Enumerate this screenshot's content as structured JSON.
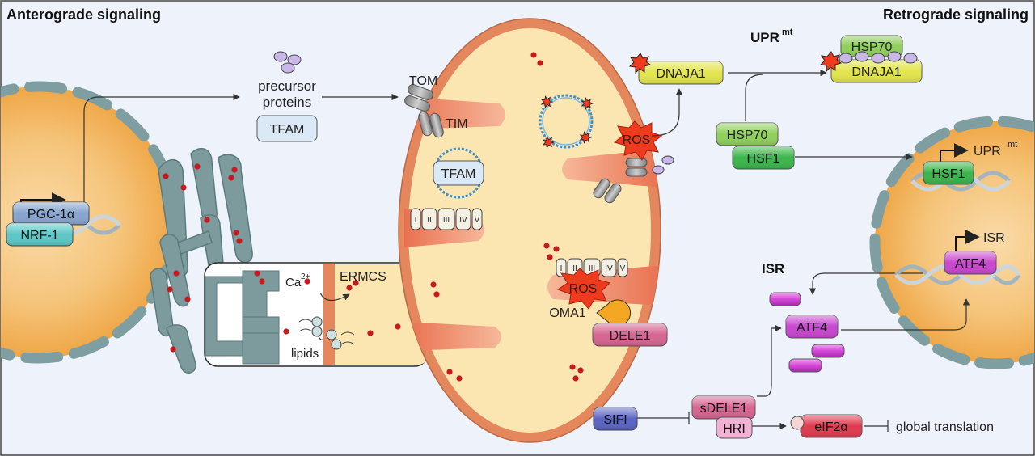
{
  "headers": {
    "anterograde": "Anterograde signaling",
    "retrograde": "Retrograde signaling",
    "uprmt_main": "UPR",
    "uprmt_sup": "mt",
    "isr": "ISR"
  },
  "anterograde": {
    "pgc1a": "PGC-1α",
    "nrf1": "NRF-1",
    "precursor_line1": "precursor",
    "precursor_line2": "proteins",
    "tfam": "TFAM"
  },
  "mito": {
    "tom": "TOM",
    "tim": "TIM",
    "tfam": "TFAM",
    "ros_top": "ROS",
    "ros_mid": "ROS",
    "oma1": "OMA1",
    "dele1": "DELE1",
    "complexes": [
      "I",
      "II",
      "III",
      "IV",
      "V"
    ]
  },
  "ermcs": {
    "label": "ERMCS",
    "ca": "Ca",
    "ca_sup": "2+",
    "lipids": "lipids"
  },
  "retrograde": {
    "dnaja1": "DNAJA1",
    "hsp70_complex": "HSP70",
    "dnaja1_complex": "DNAJA1",
    "hsp70": "HSP70",
    "hsf1": "HSF1",
    "hsf1_nucleus": "HSF1",
    "uprmt_out_main": "UPR",
    "uprmt_out_sup": "mt",
    "atf4_nucleus": "ATF4",
    "isr_out": "ISR",
    "atf4": "ATF4",
    "sifi": "SIFI",
    "sdele1": "sDELE1",
    "hri": "HRI",
    "eif2a": "eIF2α",
    "global_translation": "global translation"
  },
  "colors": {
    "nucleus": "#f2b45a",
    "nuclear_envelope": "#7e9ea1",
    "er": "#6f8f92",
    "mito_outer": "#e4875c",
    "mito_matrix": "#fbe6b2",
    "mito_crista": "#e87a60",
    "tfam_fill": "#dbe9f6",
    "pgc1a": "#86a4cd",
    "nrf1": "#5cc7c7",
    "dnaja1": "#e2e54b",
    "hsp70": "#8fd05b",
    "hsf1": "#3ab54a",
    "atf4": "#c946cf",
    "dele1": "#d66591",
    "hri": "#e87db3",
    "sifi": "#5b64c4",
    "eif2a": "#e03a4f",
    "ros": "#ee3b1d",
    "dot": "#c61a1f"
  }
}
